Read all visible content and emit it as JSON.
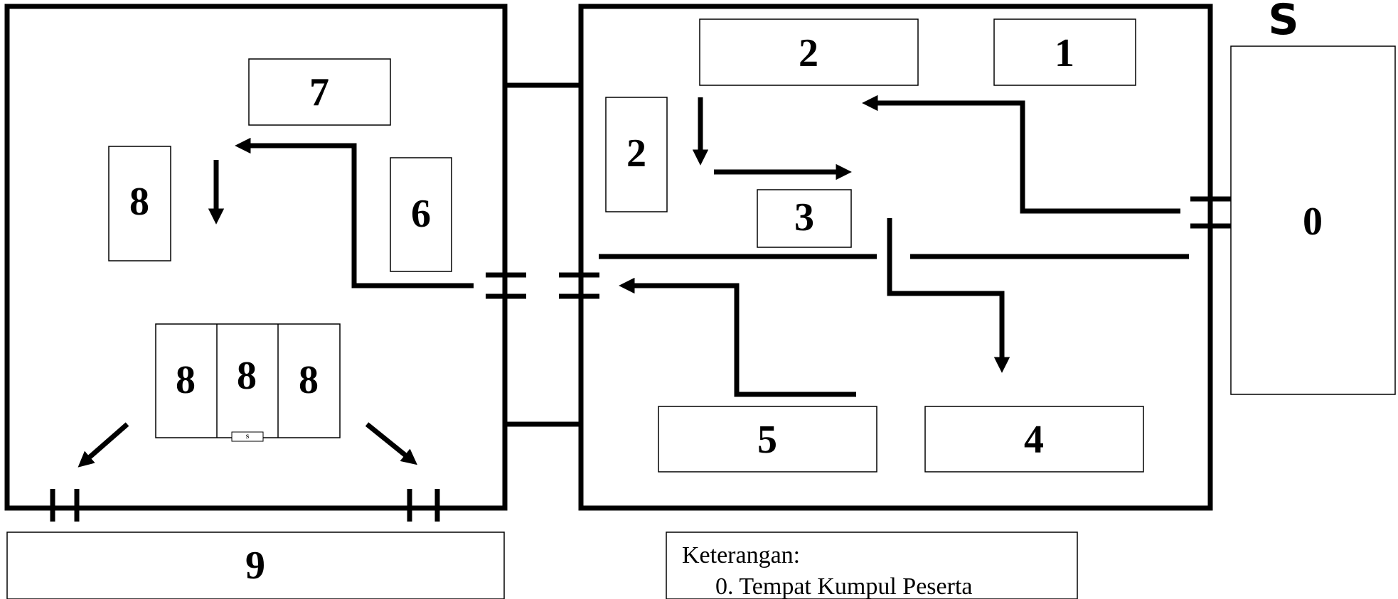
{
  "north_label": "S",
  "rooms": {
    "r0": "0",
    "r1": "1",
    "r2_top": "2",
    "r2_left": "2",
    "r3": "3",
    "r4": "4",
    "r5": "5",
    "r6": "6",
    "r7": "7",
    "r8_left": "8",
    "r8_a": "8",
    "r8_b": "8",
    "r8_c": "8",
    "r9": "9",
    "small_tag": "S"
  },
  "legend": {
    "title": "Keterangan:",
    "items": [
      "0.  Tempat Kumpul Peserta"
    ]
  },
  "colors": {
    "line": "#000000",
    "background": "#ffffff"
  }
}
